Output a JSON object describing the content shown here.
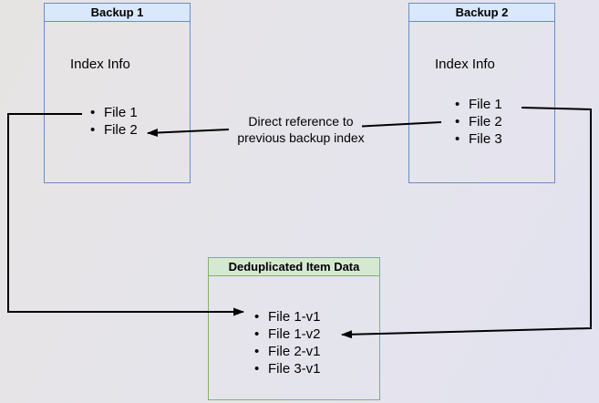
{
  "theme": {
    "background_from": "#e6e4e2",
    "background_mid": "#e5e4ec",
    "background_to": "#e2e2f0",
    "blue_header_fill": "#dae8fc",
    "blue_border": "#6c8ebf",
    "green_header_fill": "#d5e8d4",
    "green_border": "#82b366",
    "connector_color": "#000000",
    "text_color": "#000000"
  },
  "glyphs": {
    "bullet": "•"
  },
  "boxes": {
    "backup1": {
      "title": "Backup 1",
      "subtitle": "Index Info",
      "files": [
        "File 1",
        "File 2"
      ]
    },
    "backup2": {
      "title": "Backup 2",
      "subtitle": "Index Info",
      "files": [
        "File 1",
        "File 2",
        "File 3"
      ]
    },
    "dedup": {
      "title": "Deduplicated Item Data",
      "files": [
        "File 1-v1",
        "File 1-v2",
        "File 2-v1",
        "File 3-v1"
      ]
    }
  },
  "annotations": {
    "direct_reference_line1": "Direct reference to",
    "direct_reference_line2": "previous backup index"
  }
}
